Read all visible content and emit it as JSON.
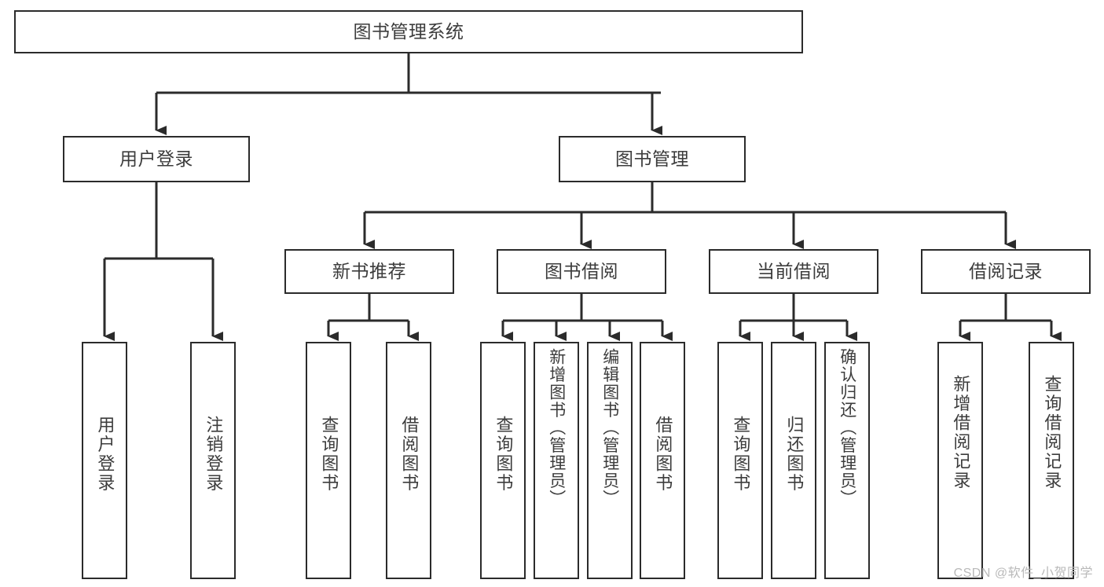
{
  "diagram": {
    "title": "图书管理系统",
    "type": "功能结构图",
    "colors": {
      "stroke": "#2b2b2b",
      "text": "#3c3c3c",
      "background": "#ffffff",
      "watermark": "#b9b9b9"
    },
    "watermark": "CSDN @软件_小贺同学"
  },
  "nodes": {
    "root": {
      "label": "图书管理系统",
      "level": 1,
      "orientation": "horizontal"
    },
    "level2": [
      {
        "id": "user-login",
        "label": "用户登录",
        "orientation": "horizontal"
      },
      {
        "id": "book-manage",
        "label": "图书管理",
        "orientation": "horizontal"
      }
    ],
    "level3": [
      {
        "id": "new-book-recommend",
        "label": "新书推荐",
        "orientation": "horizontal"
      },
      {
        "id": "book-borrow",
        "label": "图书借阅",
        "orientation": "horizontal"
      },
      {
        "id": "current-borrow",
        "label": "当前借阅",
        "orientation": "horizontal"
      },
      {
        "id": "borrow-record",
        "label": "借阅记录",
        "orientation": "horizontal"
      }
    ],
    "leaves": [
      {
        "id": "leaf-user-login",
        "label": "用户登录",
        "parent": "user-login",
        "orientation": "vertical"
      },
      {
        "id": "leaf-user-logout",
        "label": "注销登录",
        "parent": "user-login",
        "orientation": "vertical"
      },
      {
        "id": "leaf-query-book-1",
        "label": "查询图书",
        "parent": "new-book-recommend",
        "orientation": "vertical"
      },
      {
        "id": "leaf-borrow-book-1",
        "label": "借阅图书",
        "parent": "new-book-recommend",
        "orientation": "vertical"
      },
      {
        "id": "leaf-query-book-2",
        "label": "查询图书",
        "parent": "book-borrow",
        "orientation": "vertical"
      },
      {
        "id": "leaf-add-book",
        "label": "新增图书（管理员）",
        "parent": "book-borrow",
        "orientation": "vertical"
      },
      {
        "id": "leaf-edit-book",
        "label": "编辑图书（管理员）",
        "parent": "book-borrow",
        "orientation": "vertical"
      },
      {
        "id": "leaf-borrow-book-2",
        "label": "借阅图书",
        "parent": "book-borrow",
        "orientation": "vertical"
      },
      {
        "id": "leaf-query-book-3",
        "label": "查询图书",
        "parent": "current-borrow",
        "orientation": "vertical"
      },
      {
        "id": "leaf-return-book",
        "label": "归还图书",
        "parent": "current-borrow",
        "orientation": "vertical"
      },
      {
        "id": "leaf-confirm-return",
        "label": "确认归还（管理员）",
        "parent": "current-borrow",
        "orientation": "vertical"
      },
      {
        "id": "leaf-add-record",
        "label": "新增借阅记录",
        "parent": "borrow-record",
        "orientation": "vertical"
      },
      {
        "id": "leaf-query-record",
        "label": "查询借阅记录",
        "parent": "borrow-record",
        "orientation": "vertical"
      }
    ]
  }
}
